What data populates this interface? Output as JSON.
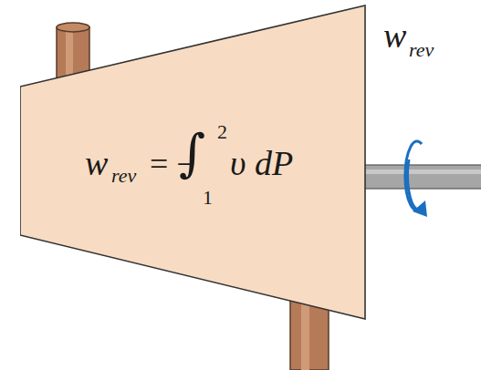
{
  "diagram": {
    "nodes": [
      {
        "text": [
          "w",
          "rev",
          "= −",
          "∫",
          "2",
          "1",
          "υ dP"
        ]
      }
    ],
    "labels": [
      "w",
      "rev"
    ]
  }
}
